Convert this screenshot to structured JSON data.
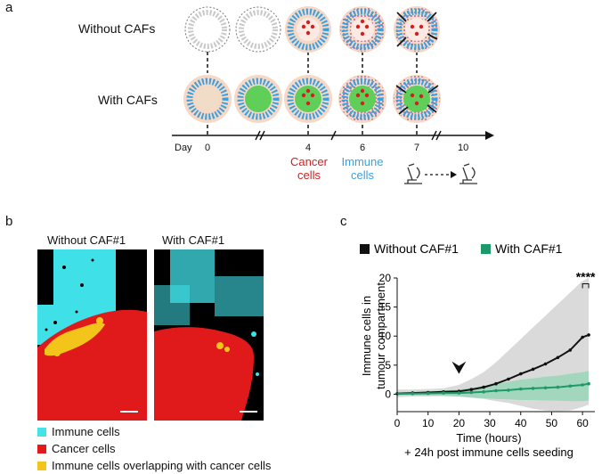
{
  "figure": {
    "panel_a": {
      "letter": "a",
      "row_labels": {
        "without": "Without CAFs",
        "with": "With CAFs"
      },
      "timeline": {
        "day_label": "Day",
        "ticks": [
          "0",
          "4",
          "6",
          "7",
          "10"
        ],
        "annotations": {
          "cancer": [
            "Cancer",
            "cells"
          ],
          "immune": [
            "Immune",
            "cells"
          ]
        }
      }
    },
    "panel_b": {
      "letter": "b",
      "titles": {
        "left": "Without CAF#1",
        "right": "With CAF#1"
      },
      "legend": [
        {
          "label": "Immune cells",
          "color": "#44e3ea"
        },
        {
          "label": "Cancer cells",
          "color": "#e01a1a"
        },
        {
          "label": "Immune cells overlapping with cancer cells",
          "color": "#f3c51b"
        }
      ]
    },
    "panel_c": {
      "letter": "c",
      "legend": [
        {
          "label": "Without CAF#1",
          "color": "#111111"
        },
        {
          "label": "With CAF#1",
          "color": "#1e9a6a"
        }
      ],
      "significance": "****",
      "xlabel_lines": [
        "Time (hours)",
        "+ 24h post immune cells seeding"
      ],
      "ylabel_lines": [
        "Immune cells in",
        "tumour compartment"
      ]
    }
  },
  "chart_data": {
    "type": "line",
    "xlabel": "Time (hours)",
    "ylabel": "Immune cells in tumour compartment",
    "xlim": [
      0,
      64
    ],
    "ylim": [
      -3,
      20
    ],
    "x_ticks": [
      0,
      10,
      20,
      30,
      40,
      50,
      60
    ],
    "y_ticks": [
      0,
      5,
      10,
      15,
      20
    ],
    "annotation_arrow_x": 20,
    "series": [
      {
        "name": "Without CAF#1",
        "color": "#111111",
        "x": [
          0,
          5,
          10,
          15,
          20,
          24,
          28,
          32,
          36,
          40,
          44,
          48,
          52,
          56,
          60,
          62
        ],
        "y": [
          0.1,
          0.2,
          0.3,
          0.4,
          0.5,
          0.8,
          1.2,
          1.8,
          2.6,
          3.5,
          4.3,
          5.2,
          6.3,
          7.6,
          9.8,
          10.2
        ],
        "y_low": [
          -0.5,
          -0.4,
          -0.4,
          -0.3,
          -0.4,
          -0.6,
          -0.8,
          -1.2,
          -1.5,
          -2,
          -2.5,
          -2.8,
          -2.9,
          -2.8,
          -2.2,
          -1.8
        ],
        "y_high": [
          0.8,
          0.8,
          0.9,
          1,
          1.6,
          2.6,
          3.8,
          5.5,
          7.5,
          9.5,
          11.5,
          13.5,
          15.5,
          17.5,
          19.5,
          20
        ]
      },
      {
        "name": "With CAF#1",
        "color": "#1e9a6a",
        "x": [
          0,
          5,
          10,
          15,
          20,
          24,
          28,
          32,
          36,
          40,
          44,
          48,
          52,
          56,
          60,
          62
        ],
        "y": [
          0.05,
          0.1,
          0.15,
          0.2,
          0.2,
          0.3,
          0.4,
          0.6,
          0.7,
          0.9,
          1.0,
          1.1,
          1.2,
          1.4,
          1.6,
          1.8
        ],
        "y_low": [
          -0.2,
          -0.2,
          -0.2,
          -0.3,
          -0.4,
          -0.6,
          -0.7,
          -0.8,
          -0.9,
          -1.0,
          -1.0,
          -1.1,
          -1.1,
          -1.2,
          -1.2,
          -1.1
        ],
        "y_high": [
          0.3,
          0.4,
          0.5,
          0.6,
          0.8,
          1.1,
          1.4,
          1.8,
          2.1,
          2.5,
          2.7,
          3.0,
          3.2,
          3.5,
          3.8,
          4.0
        ]
      }
    ]
  }
}
